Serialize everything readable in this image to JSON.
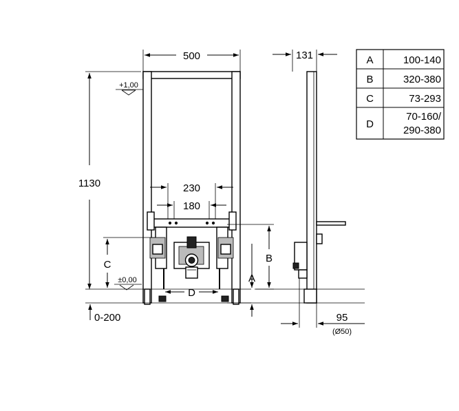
{
  "dimensions": {
    "width_total": "500",
    "depth": "131",
    "height_total": "1130",
    "level_top": "+1,00",
    "level_zero": "±0,00",
    "spacing_outer": "230",
    "spacing_inner": "180",
    "label_a": "A",
    "label_b": "B",
    "label_c": "C",
    "label_d": "D",
    "floor_adjust": "0-200",
    "pipe_offset": "95",
    "pipe_diameter": "(Ø50)"
  },
  "table": {
    "rows": [
      {
        "key": "A",
        "value": "100-140"
      },
      {
        "key": "B",
        "value": "320-380"
      },
      {
        "key": "C",
        "value": "73-293"
      },
      {
        "key": "D",
        "value_line1": "70-160/",
        "value_line2": "290-380"
      }
    ]
  }
}
